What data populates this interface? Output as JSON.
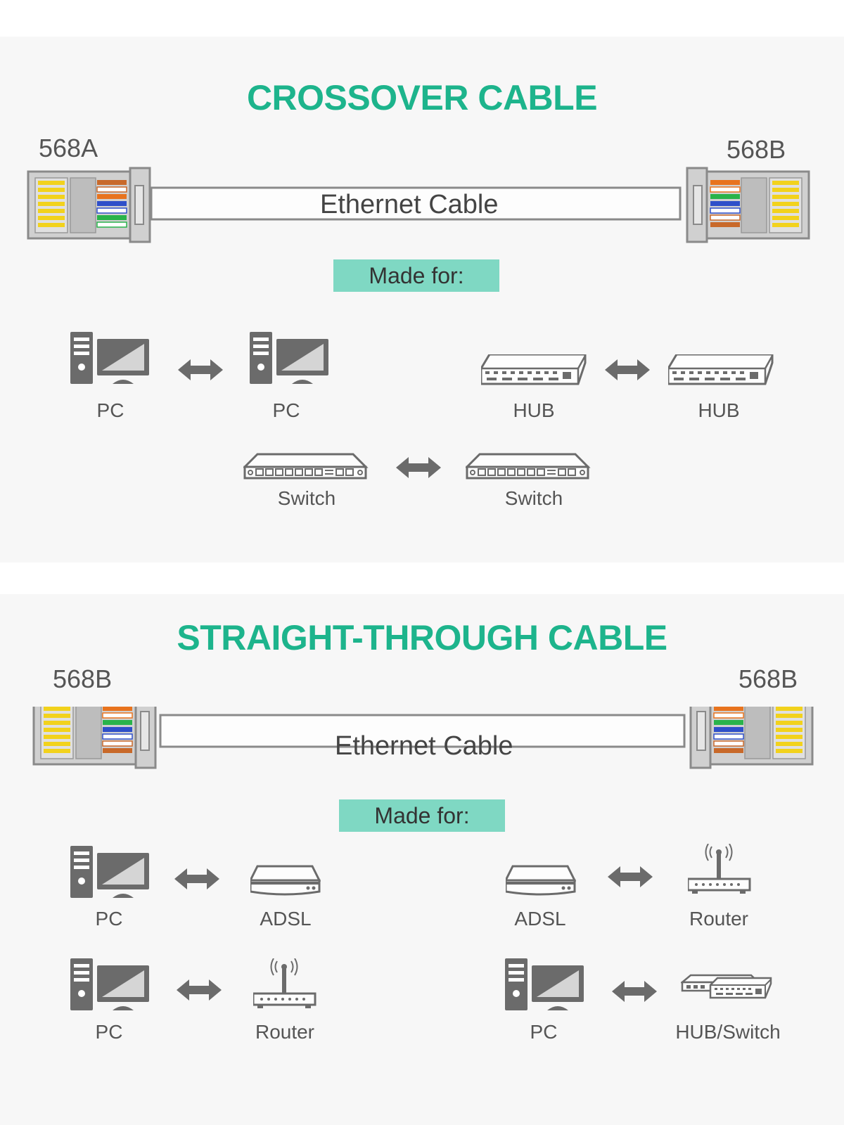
{
  "colors": {
    "accent_green": "#1db48c",
    "badge_bg": "#7fd8c3",
    "device_gray": "#666666",
    "panel_bg": "#f7f7f7"
  },
  "crossover": {
    "title": "CROSSOVER CABLE",
    "left_standard": "568A",
    "right_standard": "568B",
    "cable_label": "Ethernet Cable",
    "made_for": "Made for:",
    "pairs": [
      {
        "left": {
          "icon": "pc-icon",
          "label": "PC"
        },
        "right": {
          "icon": "pc-icon",
          "label": "PC"
        }
      },
      {
        "left": {
          "icon": "hub-icon",
          "label": "HUB"
        },
        "right": {
          "icon": "hub-icon",
          "label": "HUB"
        }
      },
      {
        "left": {
          "icon": "switch-icon",
          "label": "Switch"
        },
        "right": {
          "icon": "switch-icon",
          "label": "Switch"
        }
      }
    ]
  },
  "straight": {
    "title": "STRAIGHT-THROUGH CABLE",
    "left_standard": "568B",
    "right_standard": "568B",
    "cable_label": "Ethernet Cable",
    "made_for": "Made for:",
    "pairs": [
      {
        "left": {
          "icon": "pc-icon",
          "label": "PC"
        },
        "right": {
          "icon": "adsl-icon",
          "label": "ADSL"
        }
      },
      {
        "left": {
          "icon": "adsl-icon",
          "label": "ADSL"
        },
        "right": {
          "icon": "router-icon",
          "label": "Router"
        }
      },
      {
        "left": {
          "icon": "pc-icon",
          "label": "PC"
        },
        "right": {
          "icon": "router-icon",
          "label": "Router"
        }
      },
      {
        "left": {
          "icon": "pc-icon",
          "label": "PC"
        },
        "right": {
          "icon": "hub-switch-icon",
          "label": "HUB/Switch"
        }
      }
    ]
  }
}
